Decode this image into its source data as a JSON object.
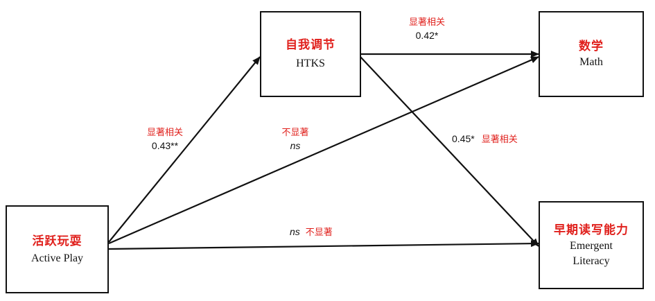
{
  "nodes": {
    "htks": {
      "zh": "自我调节",
      "en": "HTKS"
    },
    "math": {
      "zh": "数学",
      "en": "Math"
    },
    "active_play": {
      "zh": "活跃玩耍",
      "en": "Active Play"
    },
    "literacy": {
      "zh": "早期读写能力",
      "en_line1": "Emergent",
      "en_line2": "Literacy"
    }
  },
  "paths": {
    "active_to_htks": {
      "value": "0.43**",
      "note": "显著相关"
    },
    "active_to_math": {
      "value": "ns",
      "note": "不显著"
    },
    "active_to_literacy": {
      "value": "ns",
      "note": "不显著"
    },
    "htks_to_math": {
      "value": "0.42*",
      "note": "显著相关"
    },
    "htks_to_literacy": {
      "value": "0.45*",
      "note": "显著相关"
    }
  }
}
